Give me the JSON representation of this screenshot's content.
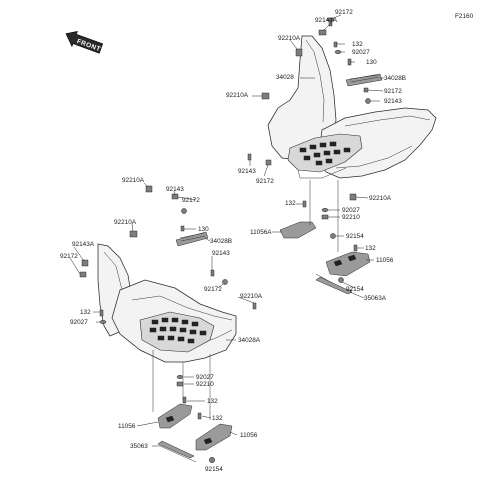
{
  "figure_number": "F2160",
  "front_arrow_label": "FRONT",
  "labels": {
    "right_side": {
      "l92172_top": "92172",
      "l92143A_top": "92143A",
      "l92210A_top": "92210A",
      "l132_top": "132",
      "l92027_top": "92027",
      "l34028": "34028",
      "l130_r": "130",
      "l34028B_r": "34028B",
      "l92210A_mid": "92210A",
      "l92172_r": "92172",
      "l92143_r": "92143",
      "l92143_low": "92143",
      "l92172_low": "92172",
      "l92210A_r2": "92210A",
      "l132_mid": "132",
      "l92027_mid": "92027",
      "l92210_mid": "92210",
      "l11056A": "11056A",
      "l92154_a": "92154",
      "l132_b": "132",
      "l11056_r": "11056",
      "l92154_b": "92154",
      "l35063A": "35063A"
    },
    "left_side": {
      "l92210A_a": "92210A",
      "l92143_a": "92143",
      "l92172_a": "92172",
      "l92210A_b": "92210A",
      "l130": "130",
      "l34028B": "34028B",
      "l92143A": "92143A",
      "l92172_b": "92172",
      "l92143_b": "92143",
      "l92172_c": "92172",
      "l92210A_c": "92210A",
      "l132_a": "132",
      "l92027_a": "92027",
      "l34028A": "34028A",
      "l92027_b": "92027",
      "l92210": "92210",
      "l132_b": "132",
      "l11056_a": "11056",
      "l132_c": "132",
      "l11056_b": "11056",
      "l35063": "35063",
      "l92154": "92154"
    }
  }
}
